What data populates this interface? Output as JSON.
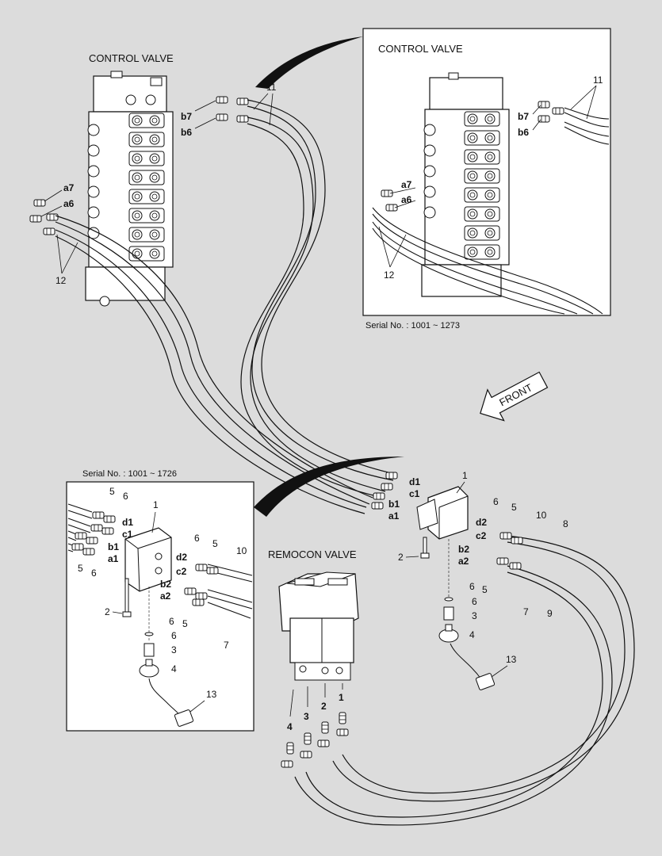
{
  "titles": {
    "control_valve_main": "CONTROL VALVE",
    "control_valve_inset": "CONTROL VALVE",
    "remocon_valve": "REMOCON VALVE",
    "front_arrow": "FRONT"
  },
  "serials": {
    "inset_top": "Serial No. : 1001 ~ 1273",
    "inset_left": "Serial No. : 1001 ~ 1726"
  },
  "ports": {
    "b7": "b7",
    "b6": "b6",
    "a7": "a7",
    "a6": "a6",
    "d1": "d1",
    "c1": "c1",
    "b1": "b1",
    "a1": "a1",
    "d2": "d2",
    "c2": "c2",
    "b2": "b2",
    "a2": "a2"
  },
  "parts": {
    "p1": "1",
    "p2": "2",
    "p3": "3",
    "p4": "4",
    "p5": "5",
    "p6": "6",
    "p7": "7",
    "p8": "8",
    "p9": "9",
    "p10": "10",
    "p11": "11",
    "p12": "12",
    "p13": "13"
  },
  "colors": {
    "background": "#dcdcdc",
    "line": "#111111",
    "inset_fill": "#ffffff"
  }
}
